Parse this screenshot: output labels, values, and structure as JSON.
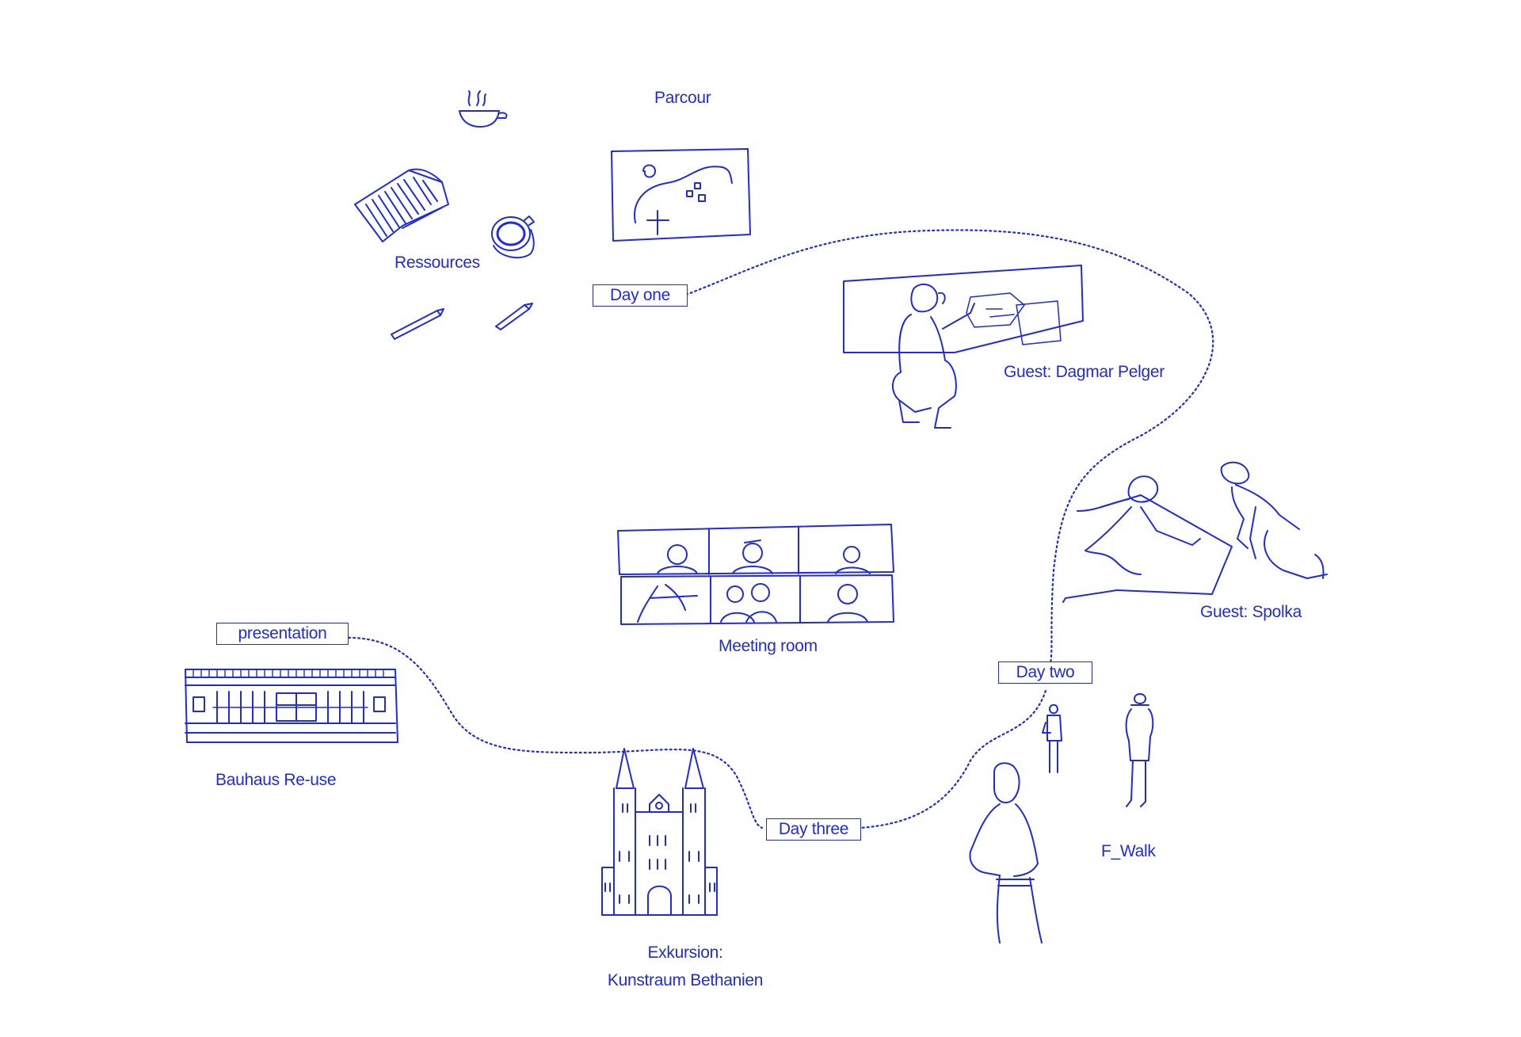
{
  "colors": {
    "ink": "#1f2bdc",
    "background": "#ffffff"
  },
  "day_markers": {
    "day_one": "Day one",
    "day_two": "Day two",
    "day_three": "Day three",
    "presentation": "presentation"
  },
  "labels": {
    "parcour": "Parcour",
    "ressources": "Ressources",
    "guest_dagmar": "Guest: Dagmar Pelger",
    "meeting_room": "Meeting room",
    "guest_spolka": "Guest: Spolka",
    "bauhaus": "Bauhaus Re-use",
    "f_walk": "F_Walk",
    "exkursion_line1": "Exkursion:",
    "exkursion_line2": "Kunstraum Bethanien"
  },
  "icons": {
    "bowl": "soup-bowl-icon",
    "newspaper": "newspaper-icon",
    "coffee": "coffee-cup-icon",
    "pencils": "pencil-icon",
    "map": "parcour-map-icon",
    "dagmar": "person-drawing-icon",
    "meeting": "video-call-grid-icon",
    "spolka": "people-mapping-icon",
    "building": "bauhaus-building-icon",
    "church": "church-icon",
    "walkers": "walking-people-icon"
  }
}
